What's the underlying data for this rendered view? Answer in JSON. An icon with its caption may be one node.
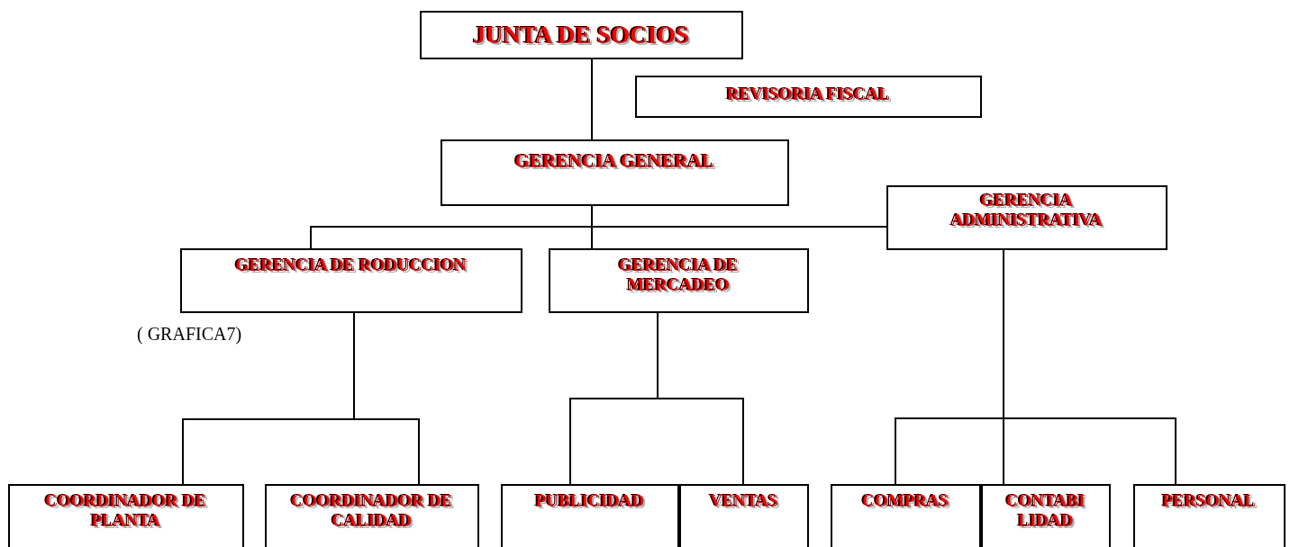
{
  "diagram": {
    "nodes": [
      {
        "text": [
          "JUNTA DE SOCIOS"
        ]
      },
      {
        "text": [
          "REVISORIA FISCAL"
        ]
      },
      {
        "text": [
          "GERENCIA GENERAL"
        ]
      },
      {
        "text": [
          "GERENCIA ADMINISTRATIVA"
        ]
      },
      {
        "text": [
          "GERENCIA DE RODUCCION"
        ]
      },
      {
        "text": [
          "GERENCIA DE MERCADEO"
        ]
      },
      {
        "text": [
          "COORDINADOR DE PLANTA"
        ]
      },
      {
        "text": [
          "COORDINADOR DE CALIDAD"
        ]
      },
      {
        "text": [
          "PUBLICIDAD"
        ]
      },
      {
        "text": [
          "VENTAS"
        ]
      },
      {
        "text": [
          "COMPRAS"
        ]
      },
      {
        "text": [
          "CONTABI LIDAD"
        ]
      },
      {
        "text": [
          "PERSONAL"
        ]
      }
    ],
    "edges": [
      {
        "from": 0,
        "to": 2,
        "arrow": "none"
      },
      {
        "from": 2,
        "to": 4,
        "arrow": "none"
      },
      {
        "from": 2,
        "to": 5,
        "arrow": "none"
      },
      {
        "from": 2,
        "to": 3,
        "arrow": "none"
      },
      {
        "from": 4,
        "to": 6,
        "arrow": "none"
      },
      {
        "from": 4,
        "to": 7,
        "arrow": "none"
      },
      {
        "from": 5,
        "to": 8,
        "arrow": "none"
      },
      {
        "from": 5,
        "to": 9,
        "arrow": "none"
      },
      {
        "from": 3,
        "to": 10,
        "arrow": "none"
      },
      {
        "from": 3,
        "to": 11,
        "arrow": "none"
      },
      {
        "from": 3,
        "to": 12,
        "arrow": "none"
      }
    ],
    "labels": [
      "( GRAFICA7)"
    ]
  }
}
